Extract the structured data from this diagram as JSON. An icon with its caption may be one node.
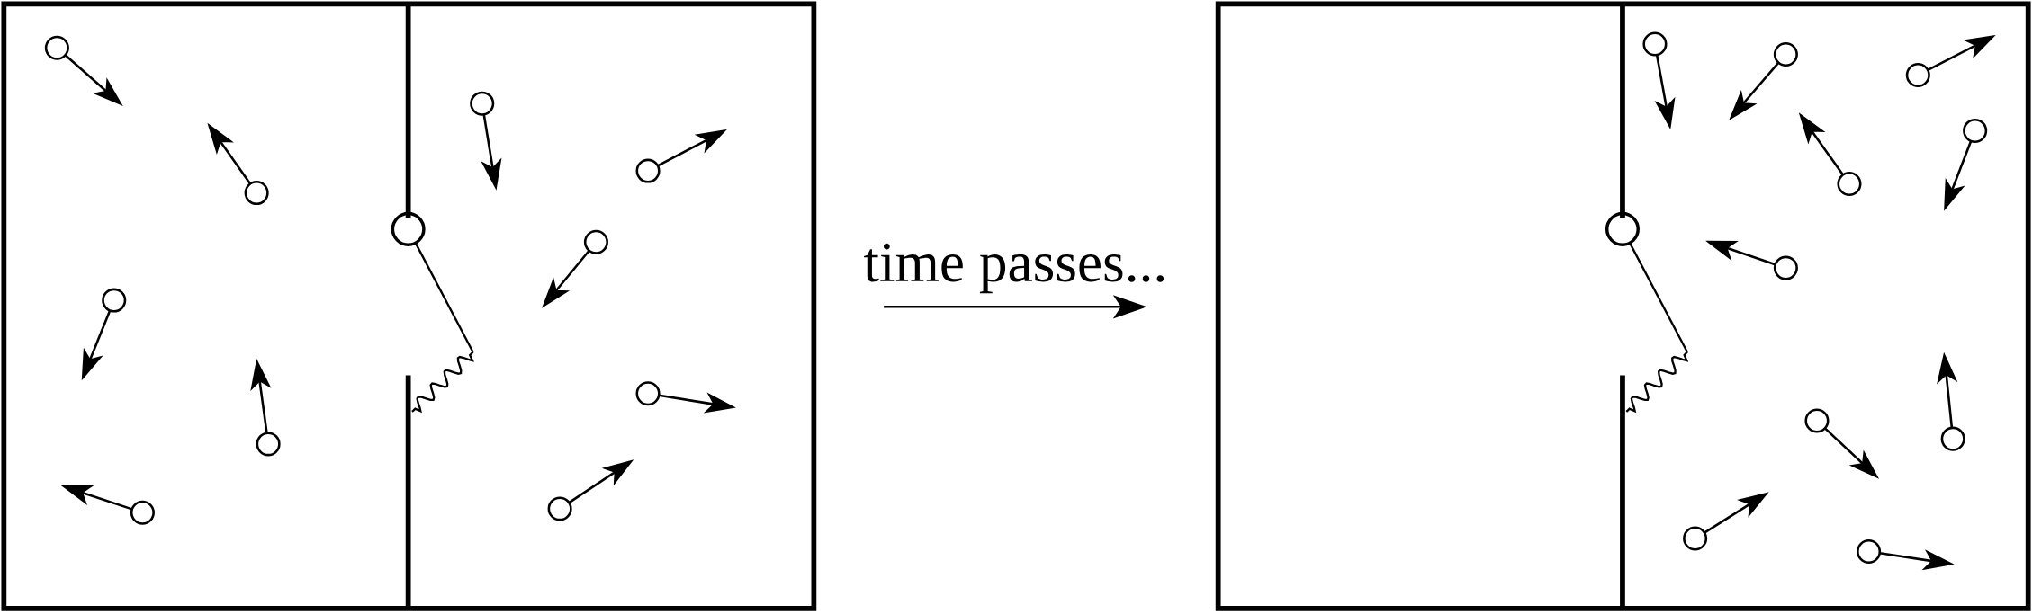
{
  "diagram": {
    "nodes": [
      {
        "text": [],
        "shape": "box"
      },
      {
        "text": [],
        "shape": "box"
      }
    ],
    "edges": [
      {
        "from": 0,
        "to": 1,
        "arrow": "to",
        "label": "time passes..."
      }
    ]
  }
}
